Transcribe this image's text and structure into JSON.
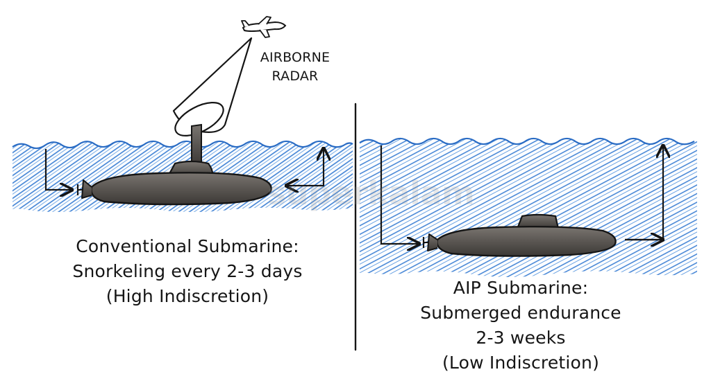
{
  "labels": {
    "radar_line1": "AIRBORNE",
    "radar_line2": "RADAR"
  },
  "conventional": {
    "caption_line1": "Conventional Submarine:",
    "caption_line2": "Snorkeling every 2-3 days",
    "caption_line3": "(High Indiscretion)"
  },
  "aip": {
    "caption_line1": "AIP Submarine:",
    "caption_line2": "Submerged endurance",
    "caption_line3": "2-3 weeks",
    "caption_line4": "(Low Indiscretion)"
  },
  "watermark": {
    "text": "superkalam"
  },
  "colors": {
    "water": "#3b7fd4",
    "water_light": "#7fb0e8",
    "hull": "#5a5652",
    "outline": "#151515",
    "radar_beam": "#ffffff"
  }
}
